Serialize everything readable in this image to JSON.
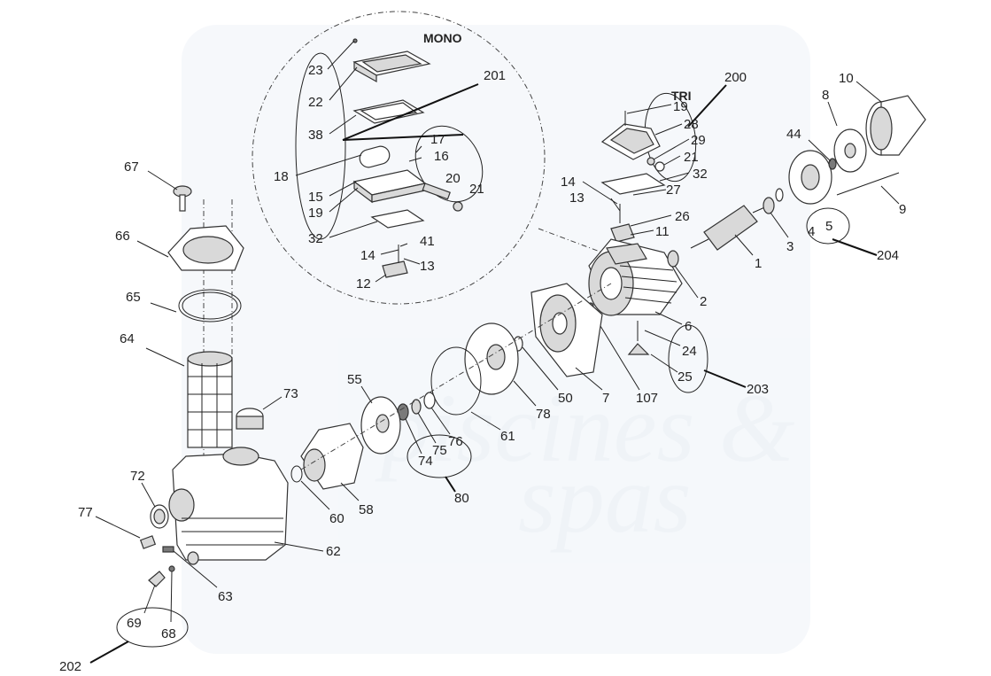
{
  "diagram": {
    "variant_labels": {
      "mono": "MONO",
      "tri": "TRI"
    },
    "watermark": {
      "line1": "piscines &",
      "line2": "spas"
    },
    "labels": {
      "l1": "1",
      "l2": "2",
      "l3": "3",
      "l4": "4",
      "l5": "5",
      "l6": "6",
      "l7": "7",
      "l8": "8",
      "l9": "9",
      "l10": "10",
      "l11": "11",
      "l12": "12",
      "l13": "13",
      "l14": "14",
      "l15": "15",
      "l16": "16",
      "l17": "17",
      "l18": "18",
      "l19": "19",
      "l20": "20",
      "l21": "21",
      "l22": "22",
      "l23": "23",
      "l32": "32",
      "l38": "38",
      "l41": "41",
      "l201": "201",
      "r13": "13",
      "r14": "14",
      "r19": "19",
      "r21": "21",
      "r26": "26",
      "r27": "27",
      "r28": "28",
      "r29": "29",
      "r32": "32",
      "l200": "200",
      "l24": "24",
      "l25": "25",
      "l44": "44",
      "l50": "50",
      "l55": "55",
      "l58": "58",
      "l60": "60",
      "l61": "61",
      "l62": "62",
      "l63": "63",
      "l64": "64",
      "l65": "65",
      "l66": "66",
      "l67": "67",
      "l68": "68",
      "l69": "69",
      "l72": "72",
      "l73": "73",
      "l74": "74",
      "l75": "75",
      "l76": "76",
      "l77": "77",
      "l78": "78",
      "l80": "80",
      "l107": "107",
      "l202": "202",
      "l203": "203",
      "l204": "204"
    }
  }
}
